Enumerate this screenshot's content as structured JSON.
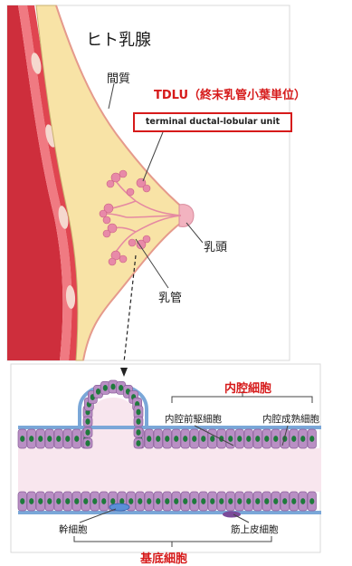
{
  "title": "ヒト乳腺",
  "labels": {
    "stroma": "間質",
    "tdlu": "TDLU（終末乳管小葉単位）",
    "tdlu_english": "terminal ductal-lobular unit",
    "nipple": "乳頭",
    "milk_duct": "乳管"
  },
  "duct_detail": {
    "luminal_cells": "内腔細胞",
    "luminal_progenitor": "内腔前駆細胞",
    "mature_luminal": "内腔成熟細胞",
    "stem_cell": "幹細胞",
    "myoepithelial": "筋上皮細胞",
    "basal_cells": "基底細胞"
  },
  "colors": {
    "accent_red": "#d61a1a",
    "breast_fill": "#f8e3a6",
    "muscle": "#e0424c",
    "duct_pink": "#f2c9d6",
    "cell_purple": "#b98fc4",
    "nucleus_green": "#1f7a3c"
  }
}
